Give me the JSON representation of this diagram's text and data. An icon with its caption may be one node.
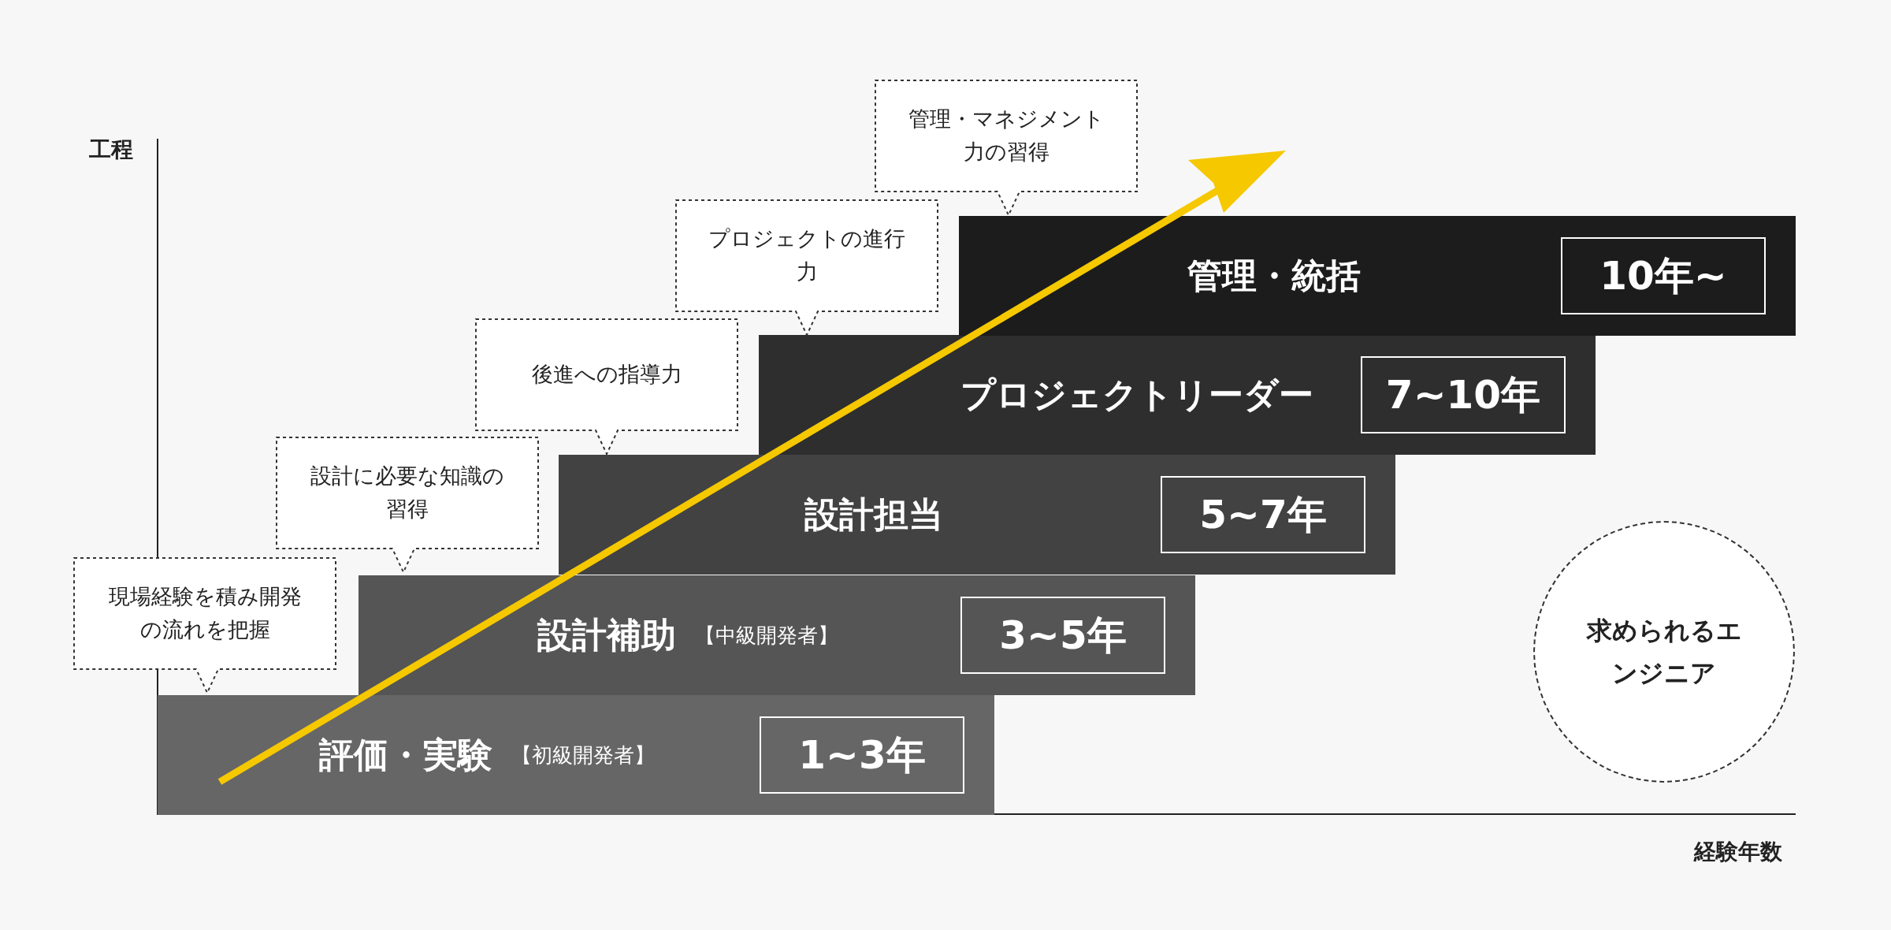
{
  "diagram": {
    "nodes": [
      {
        "text": [
          "評価・実験",
          "【初級開発者】"
        ]
      },
      {
        "text": [
          "1~3年"
        ],
        "in": 0
      },
      {
        "text": [
          "設計補助",
          "【中級開発者】"
        ]
      },
      {
        "text": [
          "3~5年"
        ],
        "in": 2
      },
      {
        "text": [
          "設計担当"
        ]
      },
      {
        "text": [
          "5~7年"
        ],
        "in": 4
      },
      {
        "text": [
          "プロジェクトリーダー"
        ]
      },
      {
        "text": [
          "7~10年"
        ],
        "in": 6
      },
      {
        "text": [
          "管理・統括"
        ]
      },
      {
        "text": [
          "10年~"
        ],
        "in": 8
      },
      {
        "text": [
          "現場経験を積み開発の流れを把握"
        ]
      },
      {
        "text": [
          "設計に必要な知識の習得"
        ]
      },
      {
        "text": [
          "後進への指導力"
        ]
      },
      {
        "text": [
          "プロジェクトの進行力"
        ]
      },
      {
        "text": [
          "管理・マネジメント力の習得"
        ]
      },
      {
        "text": [
          "求められるエンジニア"
        ]
      }
    ],
    "edges": [],
    "labels": [
      "工程",
      "経験年数"
    ]
  }
}
